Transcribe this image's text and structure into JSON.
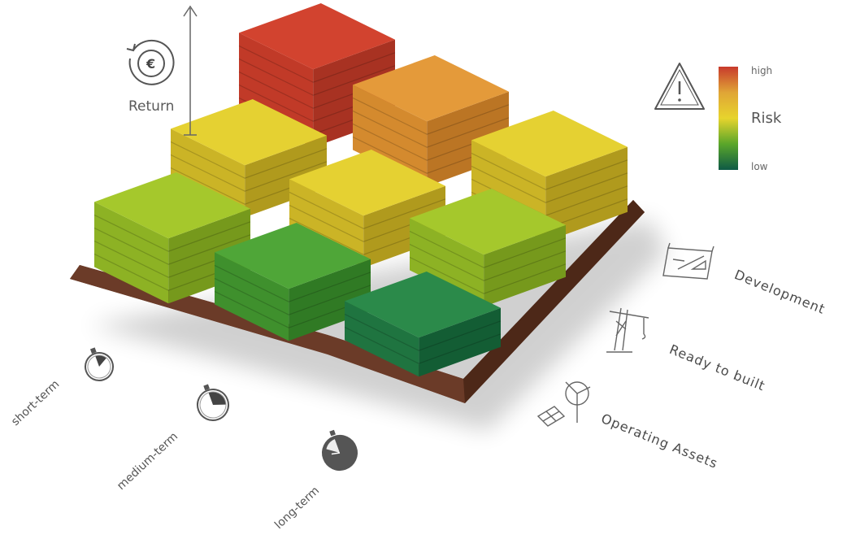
{
  "return_axis": {
    "label": "Return",
    "icon": "euro-cycle-icon"
  },
  "risk_legend": {
    "icon": "warning-triangle-icon",
    "high": "high",
    "label": "Risk",
    "low": "low",
    "colors": [
      "#c83a2c",
      "#e0a536",
      "#e7d42d",
      "#5aa62a",
      "#0e5a45"
    ]
  },
  "categories": {
    "development": {
      "label": "Development",
      "icon": "blueprint-icon"
    },
    "ready_to_build": {
      "label": "Ready to built",
      "icon": "crane-icon"
    },
    "operating": {
      "label": "Operating Assets",
      "icon": "wind-solar-icon"
    }
  },
  "terms": {
    "short": {
      "label": "short-term",
      "icon": "stopwatch-short-icon"
    },
    "medium": {
      "label": "medium-term",
      "icon": "stopwatch-medium-icon"
    },
    "long": {
      "label": "long-term",
      "icon": "stopwatch-long-icon"
    }
  },
  "blocks": [
    {
      "term": "short-term",
      "category": "Development",
      "layers": 6,
      "risk": "high"
    },
    {
      "term": "medium-term",
      "category": "Development",
      "layers": 5,
      "risk": "medium-high"
    },
    {
      "term": "long-term",
      "category": "Development",
      "layers": 5,
      "risk": "medium"
    },
    {
      "term": "short-term",
      "category": "Ready to built",
      "layers": 4,
      "risk": "medium"
    },
    {
      "term": "medium-term",
      "category": "Ready to built",
      "layers": 4,
      "risk": "medium"
    },
    {
      "term": "long-term",
      "category": "Ready to built",
      "layers": 4,
      "risk": "medium-low"
    },
    {
      "term": "short-term",
      "category": "Operating Assets",
      "layers": 5,
      "risk": "medium-low"
    },
    {
      "term": "medium-term",
      "category": "Operating Assets",
      "layers": 4,
      "risk": "low"
    },
    {
      "term": "long-term",
      "category": "Operating Assets",
      "layers": 3,
      "risk": "very low"
    }
  ]
}
